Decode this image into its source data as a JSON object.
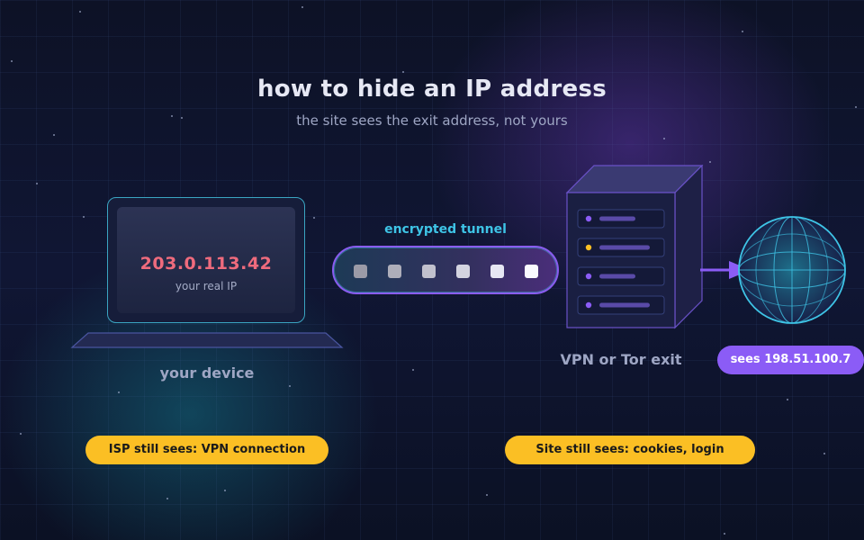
{
  "title": "how to hide an IP address",
  "subtitle": "the site sees the exit address, not yours",
  "device": {
    "ip": "203.0.113.42",
    "ip_label": "your real IP",
    "label": "your device"
  },
  "tunnel": {
    "label": "encrypted tunnel",
    "packet_count": 6
  },
  "exit_node": {
    "label": "VPN or Tor exit",
    "led_colors": [
      "#8b5cf6",
      "#fbbf24",
      "#8b5cf6",
      "#8b5cf6"
    ]
  },
  "destination": {
    "sees": "sees 198.51.100.7"
  },
  "warnings": {
    "isp": "ISP still sees: VPN connection",
    "site": "Site still sees: cookies, login"
  },
  "colors": {
    "accent_cyan": "#3ec4e6",
    "accent_purple": "#8b5cf6",
    "warning": "#fbbf24",
    "real_ip": "#ef6b7d"
  }
}
